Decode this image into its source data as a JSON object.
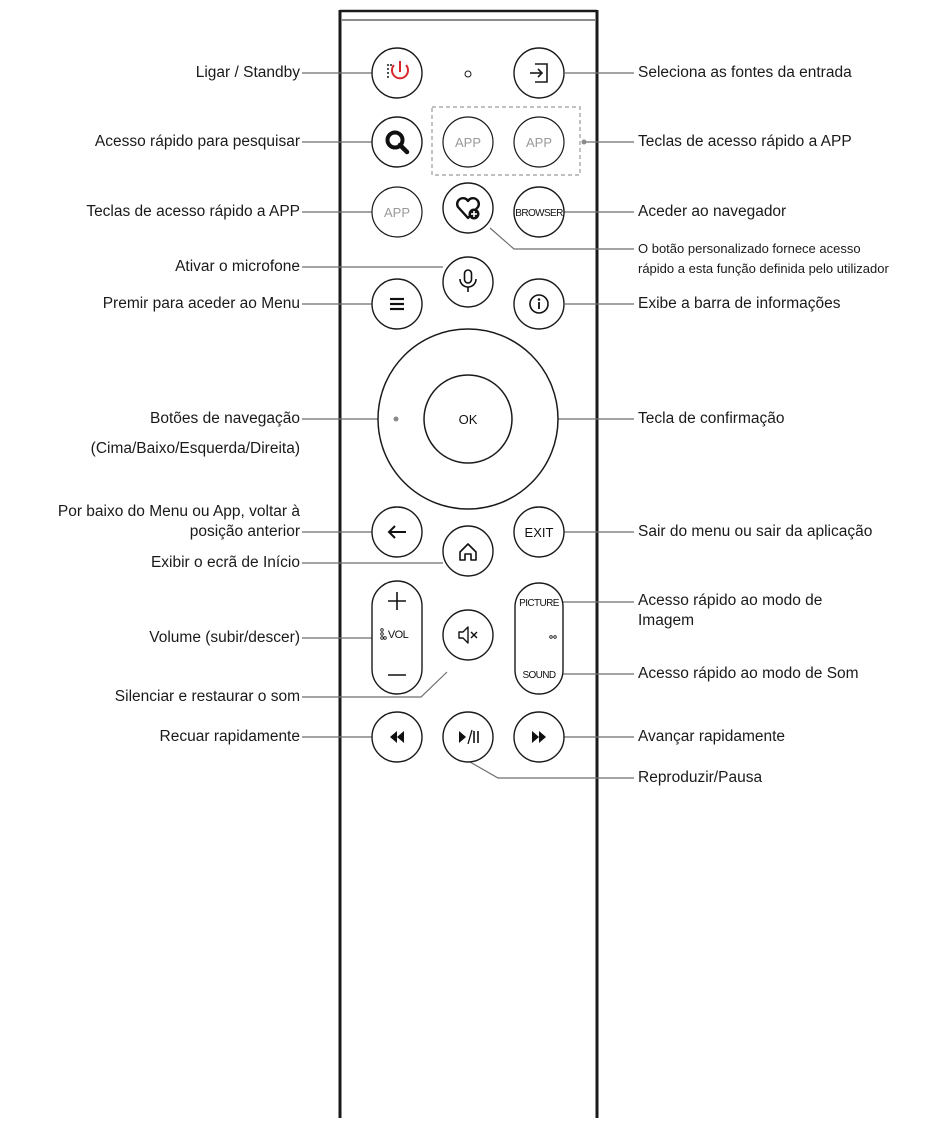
{
  "colors": {
    "power_accent": "#d9262a",
    "app_text": "#9a9a9a",
    "outline": "#1a1a1a",
    "guide": "#8a8a8a"
  },
  "buttons": {
    "app1": "APP",
    "app2": "APP",
    "app3": "APP",
    "browser": "BROWSER",
    "ok": "OK",
    "exit": "EXIT",
    "vol": "VOL",
    "picture": "PICTURE",
    "sound": "SOUND"
  },
  "icons": {
    "power": "power-icon",
    "input": "input-source-icon",
    "search": "search-icon",
    "custom": "heart-plus-icon",
    "mic": "microphone-icon",
    "menu": "menu-icon",
    "info": "info-icon",
    "back": "back-arrow-icon",
    "home": "home-icon",
    "mute": "mute-icon",
    "rewind": "rewind-icon",
    "play_pause": "play-pause-icon",
    "fast_forward": "fast-forward-icon"
  },
  "labels": {
    "power": "Ligar / Standby",
    "input": "Seleciona as fontes da entrada",
    "search": "Acesso rápido para pesquisar",
    "app_top": "Teclas de acesso rápido a APP",
    "app_left": "Teclas de acesso rápido a APP",
    "browser": "Aceder ao navegador",
    "custom_line1": "O botão personalizado fornece acesso",
    "custom_line2": "rápido a esta função definida pelo utilizador",
    "mic": "Ativar o microfone",
    "menu": "Premir para aceder ao Menu",
    "info": "Exibe a barra de informações",
    "nav_line1": "Botões de navegação",
    "nav_line2": "(Cima/Baixo/Esquerda/Direita)",
    "ok": "Tecla de confirmação",
    "back_line1": "Por baixo do Menu ou App, voltar à",
    "back_line2": "posição anterior",
    "exit": "Sair do menu ou sair da aplicação",
    "home": "Exibir o ecrã de Início",
    "picture_line1": "Acesso rápido ao modo de",
    "picture_line2": "Imagem",
    "volume": "Volume (subir/descer)",
    "sound": "Acesso rápido ao modo de Som",
    "mute": "Silenciar e restaurar o som",
    "rewind": "Recuar rapidamente",
    "fast_forward": "Avançar rapidamente",
    "play_pause": "Reproduzir/Pausa"
  }
}
